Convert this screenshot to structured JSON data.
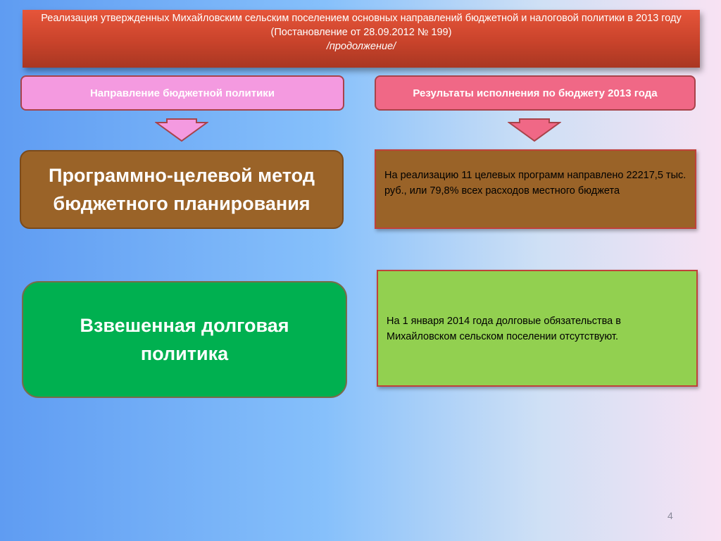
{
  "title": {
    "line1": "Реализация утвержденных  Михайловским сельским поселением основных направлений бюджетной и налоговой политики в 2013 году",
    "line2": "(Постановление от 28.09.2012  № 199)",
    "line3": "/продолжение/"
  },
  "headers": {
    "left": "Направление бюджетной политики",
    "right": "Результаты исполнения по бюджету 2013 года"
  },
  "rows": [
    {
      "direction": "Программно-целевой метод бюджетного планирования",
      "result": "На реализацию 11   целевых программ направлено 22217,5 тыс. руб., или 79,8% всех расходов  местного бюджета"
    },
    {
      "direction": "Взвешенная долговая политика",
      "result": "На  1 января 2014 года долговые обязательства  в Михайловском сельском поселении  отсутствуют."
    }
  ],
  "page_number": "4",
  "colors": {
    "title_bg": "#c9432b",
    "header_left_bg": "#f49ae0",
    "header_right_bg": "#f06886",
    "method_bg": "#9a6328",
    "debt_bg": "#00b050",
    "result2_bg": "#92d050"
  }
}
